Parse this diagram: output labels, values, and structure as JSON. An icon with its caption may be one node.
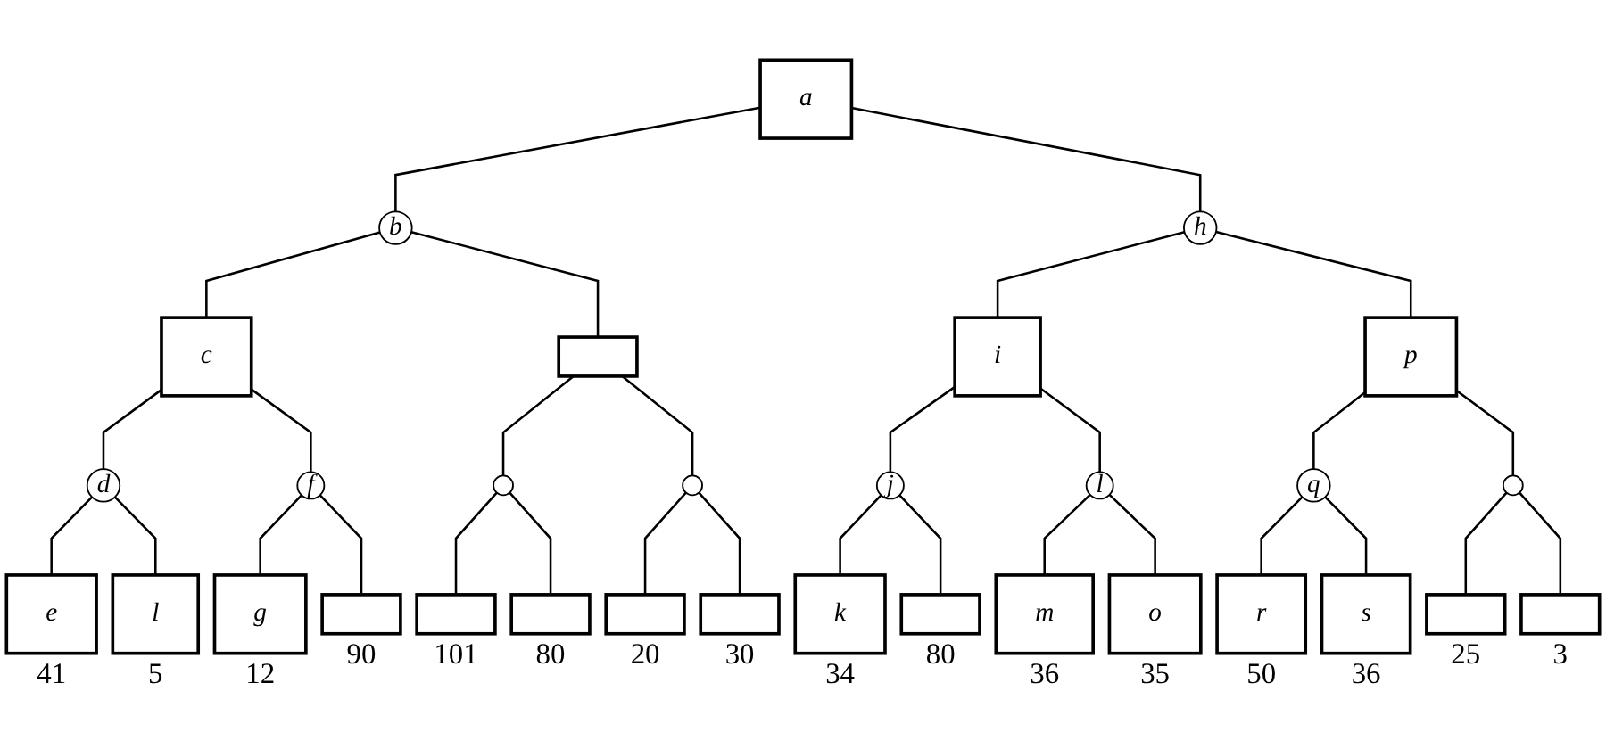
{
  "diagram": {
    "nodes": [
      {
        "text": [
          "a"
        ]
      },
      {
        "text": [
          "b"
        ]
      },
      {
        "text": [
          "h"
        ]
      },
      {
        "text": [
          "c"
        ]
      },
      {
        "text": [],
        "shape": "box"
      },
      {
        "text": [
          "i"
        ]
      },
      {
        "text": [
          "p"
        ]
      },
      {
        "text": [
          "d"
        ]
      },
      {
        "text": [
          "f"
        ]
      },
      {
        "text": [],
        "shape": "circle"
      },
      {
        "text": [],
        "shape": "circle"
      },
      {
        "text": [
          "j"
        ]
      },
      {
        "text": [
          "l"
        ]
      },
      {
        "text": [
          "q"
        ]
      },
      {
        "text": [],
        "shape": "circle"
      },
      {
        "text": [
          "e"
        ],
        "beside": [
          "41"
        ]
      },
      {
        "text": [
          "l"
        ],
        "beside": [
          "5"
        ]
      },
      {
        "text": [
          "g"
        ],
        "beside": [
          "12"
        ]
      },
      {
        "text": [],
        "shape": "box",
        "beside": [
          "90"
        ]
      },
      {
        "text": [],
        "shape": "box",
        "beside": [
          "101"
        ]
      },
      {
        "text": [],
        "shape": "box",
        "beside": [
          "80"
        ]
      },
      {
        "text": [],
        "shape": "box",
        "beside": [
          "20"
        ]
      },
      {
        "text": [],
        "shape": "box",
        "beside": [
          "30"
        ]
      },
      {
        "text": [
          "k"
        ],
        "beside": [
          "34"
        ]
      },
      {
        "text": [],
        "shape": "box",
        "beside": [
          "80"
        ]
      },
      {
        "text": [
          "m"
        ],
        "beside": [
          "36"
        ]
      },
      {
        "text": [
          "o"
        ],
        "beside": [
          "35"
        ]
      },
      {
        "text": [
          "r"
        ],
        "beside": [
          "50"
        ]
      },
      {
        "text": [
          "s"
        ],
        "beside": [
          "36"
        ]
      },
      {
        "text": [],
        "shape": "box",
        "beside": [
          "25"
        ]
      },
      {
        "text": [],
        "shape": "box",
        "beside": [
          "3"
        ]
      }
    ],
    "edges": [
      {
        "from": 0,
        "to": 1,
        "arrow": "none"
      },
      {
        "from": 0,
        "to": 2,
        "arrow": "none"
      },
      {
        "from": 1,
        "to": 3,
        "arrow": "none"
      },
      {
        "from": 1,
        "to": 4,
        "arrow": "none"
      },
      {
        "from": 2,
        "to": 5,
        "arrow": "none"
      },
      {
        "from": 2,
        "to": 6,
        "arrow": "none"
      },
      {
        "from": 3,
        "to": 7,
        "arrow": "none"
      },
      {
        "from": 3,
        "to": 8,
        "arrow": "none"
      },
      {
        "from": 4,
        "to": 9,
        "arrow": "none"
      },
      {
        "from": 4,
        "to": 10,
        "arrow": "none"
      },
      {
        "from": 5,
        "to": 11,
        "arrow": "none"
      },
      {
        "from": 5,
        "to": 12,
        "arrow": "none"
      },
      {
        "from": 6,
        "to": 13,
        "arrow": "none"
      },
      {
        "from": 6,
        "to": 14,
        "arrow": "none"
      },
      {
        "from": 7,
        "to": 15,
        "arrow": "none"
      },
      {
        "from": 7,
        "to": 16,
        "arrow": "none"
      },
      {
        "from": 8,
        "to": 17,
        "arrow": "none"
      },
      {
        "from": 8,
        "to": 18,
        "arrow": "none"
      },
      {
        "from": 9,
        "to": 19,
        "arrow": "none"
      },
      {
        "from": 9,
        "to": 20,
        "arrow": "none"
      },
      {
        "from": 10,
        "to": 21,
        "arrow": "none"
      },
      {
        "from": 10,
        "to": 22,
        "arrow": "none"
      },
      {
        "from": 11,
        "to": 23,
        "arrow": "none"
      },
      {
        "from": 11,
        "to": 24,
        "arrow": "none"
      },
      {
        "from": 12,
        "to": 25,
        "arrow": "none"
      },
      {
        "from": 12,
        "to": 26,
        "arrow": "none"
      },
      {
        "from": 13,
        "to": 27,
        "arrow": "none"
      },
      {
        "from": 13,
        "to": 28,
        "arrow": "none"
      },
      {
        "from": 14,
        "to": 29,
        "arrow": "none"
      },
      {
        "from": 14,
        "to": 30,
        "arrow": "none"
      }
    ]
  }
}
